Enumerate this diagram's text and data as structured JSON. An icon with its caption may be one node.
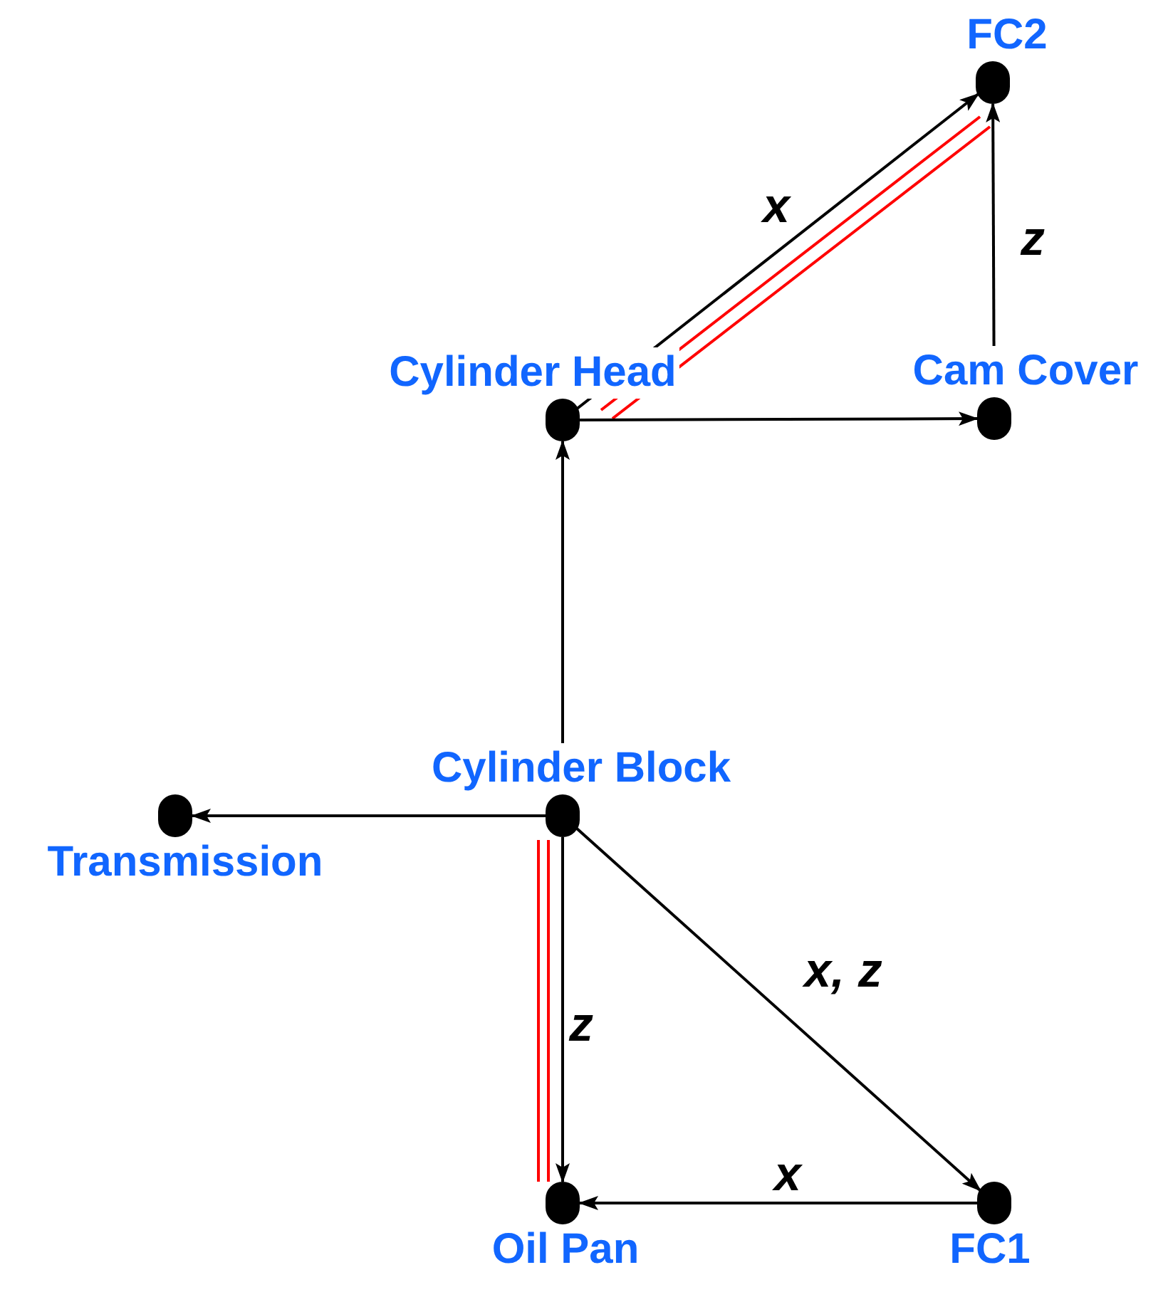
{
  "diagram": {
    "nodes": [
      {
        "text": [
          "FC2"
        ]
      },
      {
        "text": [
          "Cylinder Head"
        ]
      },
      {
        "text": [
          "Cam Cover"
        ]
      },
      {
        "text": [
          "Cylinder Block"
        ]
      },
      {
        "text": [
          "Transmission"
        ]
      },
      {
        "text": [
          "Oil Pan"
        ]
      },
      {
        "text": [
          "FC1"
        ]
      }
    ],
    "edges": [
      {
        "from": 1,
        "to": 0,
        "arrow": "to",
        "label": "x"
      },
      {
        "from": 1,
        "to": 2,
        "arrow": "to"
      },
      {
        "from": 2,
        "to": 0,
        "arrow": "to",
        "label": "z"
      },
      {
        "from": 3,
        "to": 1,
        "arrow": "to"
      },
      {
        "from": 3,
        "to": 4,
        "arrow": "to"
      },
      {
        "from": 3,
        "to": 5,
        "arrow": "to",
        "label": "z"
      },
      {
        "from": 3,
        "to": 6,
        "arrow": "to",
        "label": "x, z"
      },
      {
        "from": 6,
        "to": 5,
        "arrow": "to",
        "label": "x"
      }
    ]
  }
}
